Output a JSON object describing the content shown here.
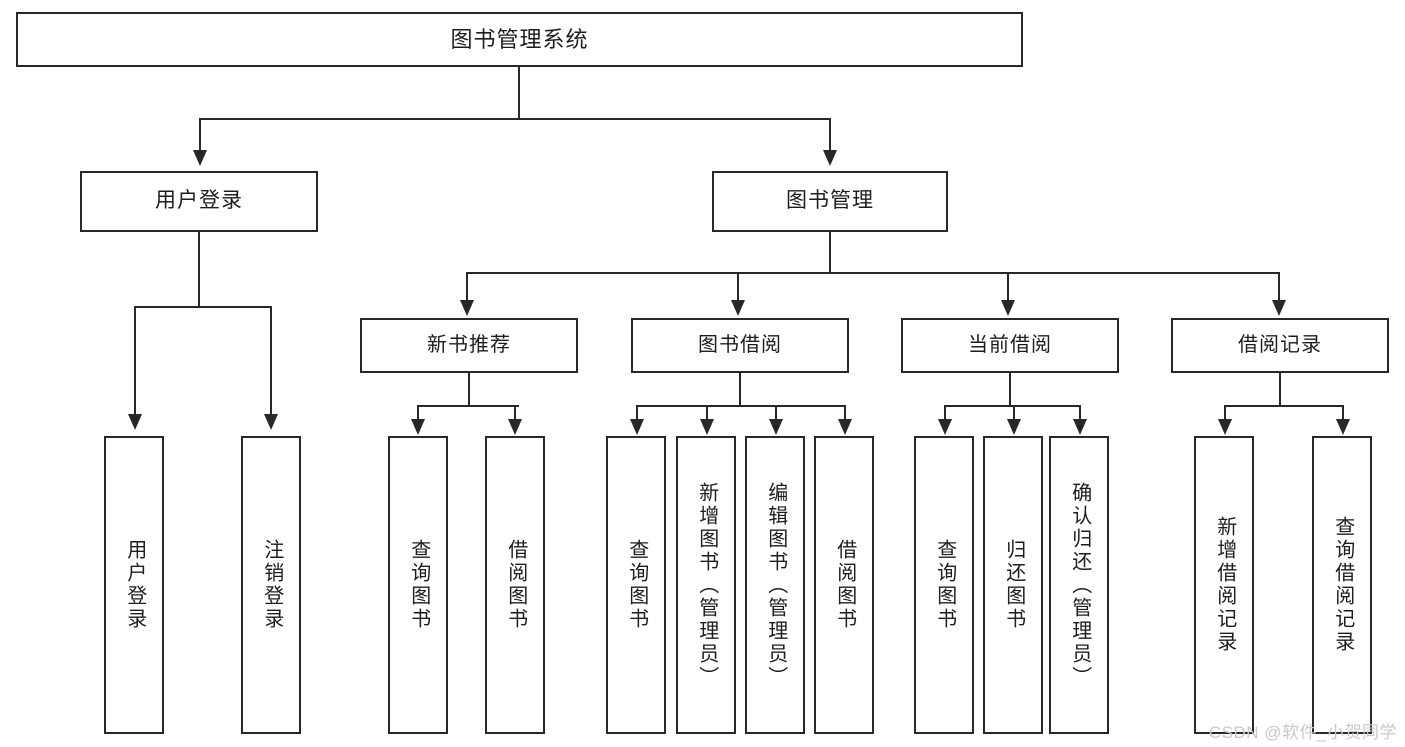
{
  "diagram": {
    "type": "tree-hierarchy",
    "title": "图书管理系统",
    "watermark": "CSDN @软件_小贺同学",
    "colors": {
      "stroke": "#26282b",
      "box_fill": "#ffffff",
      "text": "#1d1d1f",
      "watermark": "#c9c9c9",
      "background": "#ffffff"
    },
    "root": {
      "label": "图书管理系统"
    },
    "level2": [
      {
        "label": "用户登录"
      },
      {
        "label": "图书管理"
      }
    ],
    "level3": [
      {
        "label": "新书推荐"
      },
      {
        "label": "图书借阅"
      },
      {
        "label": "当前借阅"
      },
      {
        "label": "借阅记录"
      }
    ],
    "leaves": {
      "user_login": [
        {
          "label": "用户登录"
        },
        {
          "label": "注销登录"
        }
      ],
      "new_book_recommend": [
        {
          "label": "查询图书"
        },
        {
          "label": "借阅图书"
        }
      ],
      "book_borrow": [
        {
          "label": "查询图书"
        },
        {
          "label": "新增图书（管理员）"
        },
        {
          "label": "编辑图书（管理员）"
        },
        {
          "label": "借阅图书"
        }
      ],
      "current_borrow": [
        {
          "label": "查询图书"
        },
        {
          "label": "归还图书"
        },
        {
          "label": "确认归还（管理员）"
        }
      ],
      "borrow_record": [
        {
          "label": "新增借阅记录"
        },
        {
          "label": "查询借阅记录"
        }
      ]
    }
  }
}
